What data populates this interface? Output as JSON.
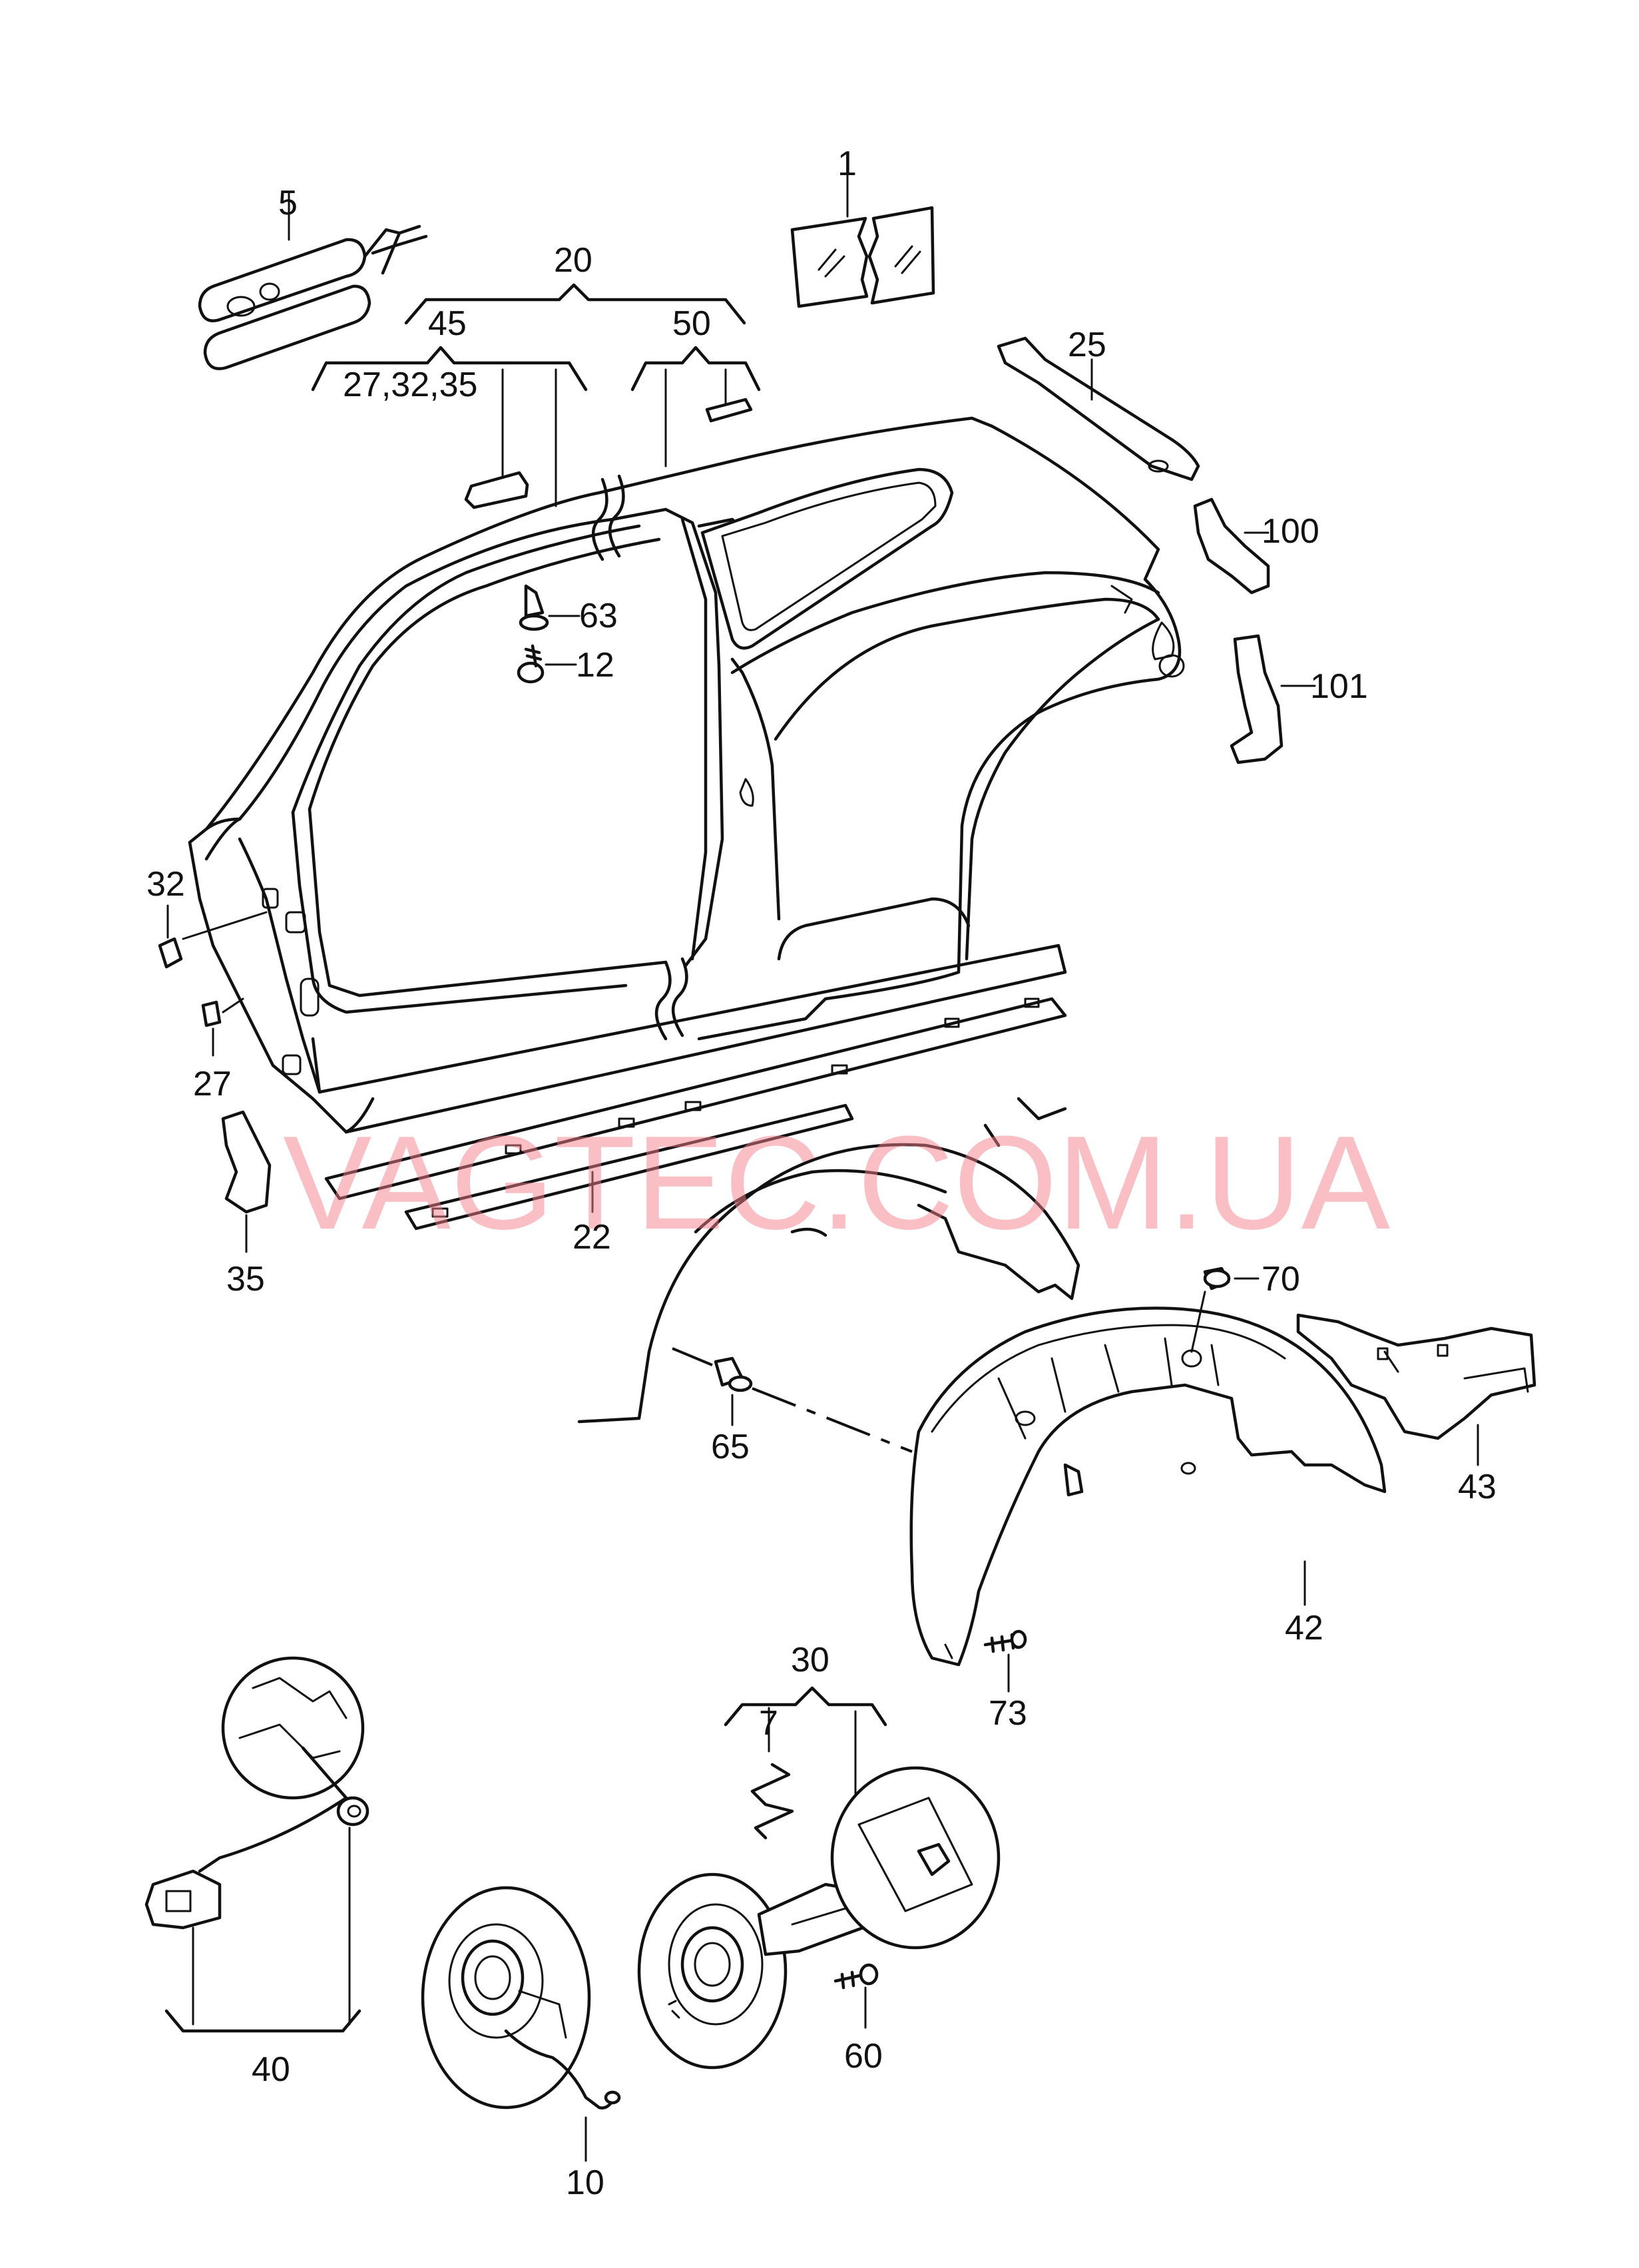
{
  "watermark": {
    "text": "VAGTEC.COM.UA",
    "color": "#f4808c"
  },
  "labels": {
    "l1": "1",
    "l5": "5",
    "l20": "20",
    "l45": "45",
    "l50": "50",
    "l27_32_35": "27,32,35",
    "l25": "25",
    "l100": "100",
    "l63": "63",
    "l12": "12",
    "l101": "101",
    "l32": "32",
    "l27": "27",
    "l35": "35",
    "l22": "22",
    "l70": "70",
    "l65": "65",
    "l43": "43",
    "l42": "42",
    "l73": "73",
    "l30": "30",
    "l7": "7",
    "l40": "40",
    "l60": "60",
    "l10": "10"
  }
}
